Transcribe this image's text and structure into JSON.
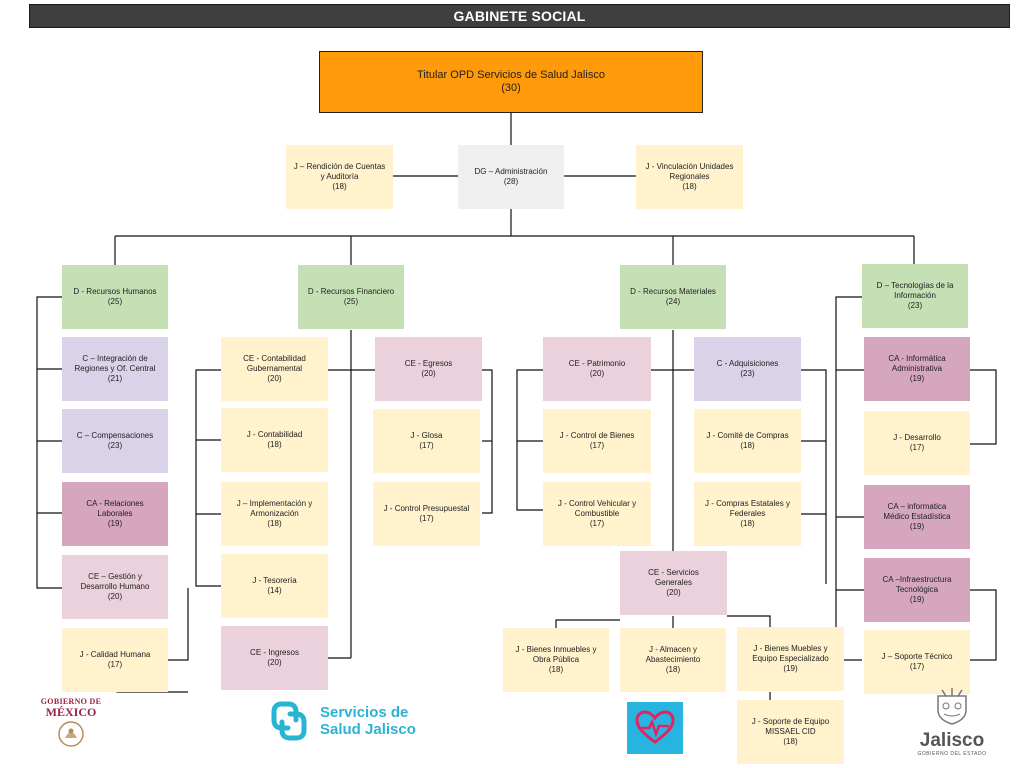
{
  "title": "GABINETE SOCIAL",
  "nodes": {
    "titular": "Titular OPD Servicios de Salud Jalisco\n(30)",
    "dg": "DG – Administración\n(28)",
    "rendicion": "J – Rendición de Cuentas\ny Auditoría\n(18)",
    "vinculacion": "J - Vinculación Unidades\nRegionales\n(18)",
    "rh": "D - Recursos Humanos\n(25)",
    "rf": "D - Recursos Financiero\n(25)",
    "rm": "D - Recursos Materiales\n(24)",
    "ti": "D – Tecnologías de la\nInformación\n(23)",
    "integracion": "C – Integración de\nRegiones y Of. Central\n(21)",
    "compensaciones": "C – Compensaciones\n(23)",
    "relaciones": "CA - Relaciones\nLaborales\n(19)",
    "gestion": "CE – Gestión y\nDesarrollo Humano\n(20)",
    "calidad": "J - Calidad Humana\n(17)",
    "contgub": "CE - Contabilidad\nGubernamental\n(20)",
    "contabilidad": "J - Contabilidad\n(18)",
    "implementacion": "J – Implementación y\nArmonización\n(18)",
    "tesoreria": "J - Tesorería\n(14)",
    "ingresos": "CE - Ingresos\n(20)",
    "egresos": "CE - Egresos\n(20)",
    "glosa": "J - Glosa\n(17)",
    "control_presupuestal": "J - Control Presupuestal\n(17)",
    "patrimonio": "CE - Patrimonio\n(20)",
    "control_bienes": "J - Control de Bienes\n(17)",
    "control_vehicular": "J - Control Vehicular y\nCombustible\n(17)",
    "adquisiciones": "C - Adquisiciones\n(23)",
    "comite_compras": "J - Comité de Compras\n(18)",
    "compras_estatales": "J - Compras Estatales y\nFederales\n(18)",
    "servicios_generales": "CE - Servicios\nGenerales\n(20)",
    "bienes_inmuebles": "J - Bienes Inmuebles y\nObra Pública\n(18)",
    "almacen": "J - Almacen y\nAbastecimiento\n(18)",
    "bienes_muebles": "J - Bienes Muebles y\nEquipo Especializado\n(19)",
    "soporte_equipo": "J - Soporte de Equipo\nMISSAEL CID\n(18)",
    "info_admin": "CA - Informática\nAdministrativa\n(19)",
    "desarrollo": "J - Desarrollo\n(17)",
    "info_medico": "CA – informatica\nMédico Estadística\n(19)",
    "infraestructura": "CA –Infraestructura\nTecnológica\n(19)",
    "soporte_tecnico": "J – Soporte Técnico\n(17)"
  },
  "logos": {
    "gobierno_line1": "GOBIERNO DE",
    "gobierno_line2": "MÉXICO",
    "servicios_line1": "Servicios de",
    "servicios_line2": "Salud Jalisco",
    "jalisco": "Jalisco",
    "jalisco_sub": "GOBIERNO DEL ESTADO"
  },
  "colors": {
    "orange": "#ff9a0a",
    "green": "#c5e0b4",
    "yellow": "#fff2cc",
    "lavender": "#d9d2e9",
    "pink": "#ead1dc",
    "mauve": "#d5a6bd",
    "teal": "#2ab4d4",
    "mexico_red": "#9b2247"
  }
}
